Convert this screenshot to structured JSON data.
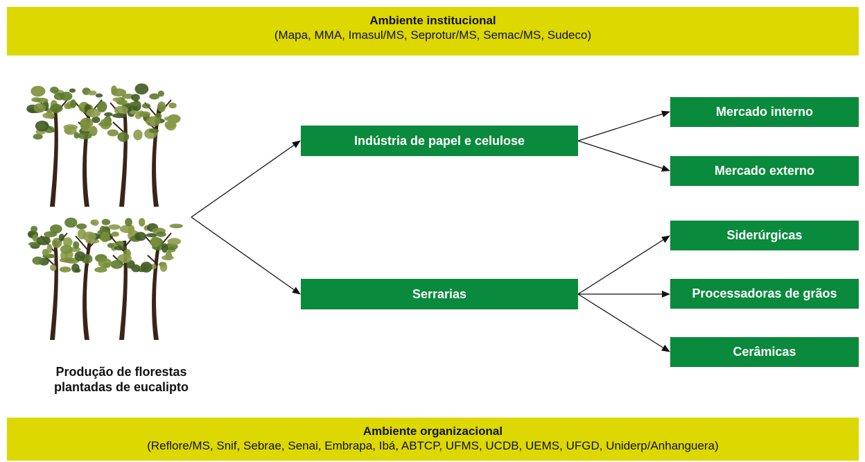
{
  "colors": {
    "band": "#dcd800",
    "box": "#0a8a3c",
    "box_text": "#ffffff",
    "arrow": "#111111",
    "trunk": "#3a2418",
    "foliage": [
      "#5b7a2c",
      "#7a8f3a",
      "#3f5a22",
      "#8c9a4a"
    ]
  },
  "top_band": {
    "title": "Ambiente institucional",
    "subtitle": "(Mapa, MMA, Imasul/MS, Seprotur/MS, Semac/MS, Sudeco)"
  },
  "bottom_band": {
    "title": "Ambiente organizacional",
    "subtitle": "(Reflore/MS, Snif, Sebrae, Senai, Embrapa, Ibá, ABTCP, UFMS, UCDB, UEMS, UFGD, Uniderp/Anhanguera)"
  },
  "source": {
    "label_line1": "Produção de florestas",
    "label_line2": "plantadas de eucalipto",
    "icon": "eucalyptus-trees-icon"
  },
  "nodes": {
    "papel": "Indústria de papel e celulose",
    "serrarias": "Serrarias",
    "mercado_interno": "Mercado interno",
    "mercado_externo": "Mercado externo",
    "siderurgicas": "Siderúrgicas",
    "processadoras": "Processadoras de grãos",
    "ceramicas": "Cerâmicas"
  },
  "edges": [
    [
      "source",
      "papel"
    ],
    [
      "source",
      "serrarias"
    ],
    [
      "papel",
      "mercado_interno"
    ],
    [
      "papel",
      "mercado_externo"
    ],
    [
      "serrarias",
      "siderurgicas"
    ],
    [
      "serrarias",
      "processadoras"
    ],
    [
      "serrarias",
      "ceramicas"
    ]
  ]
}
